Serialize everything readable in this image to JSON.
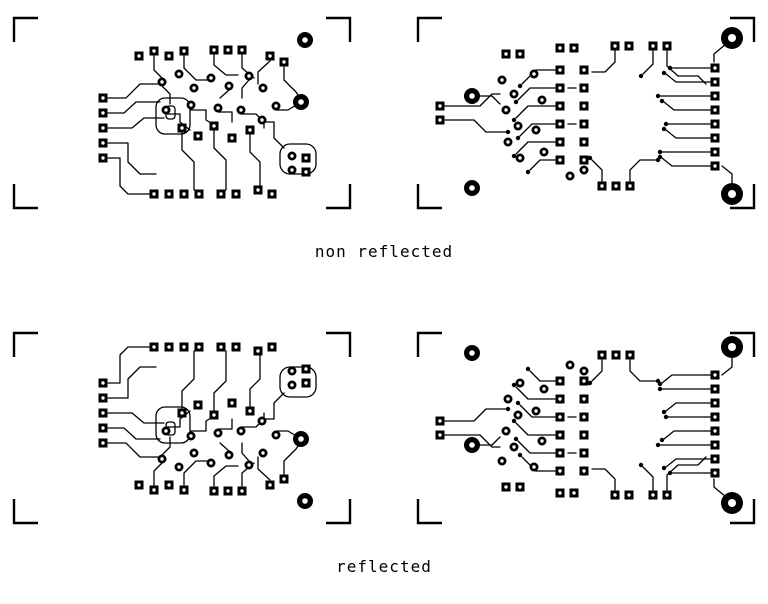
{
  "page": {
    "background_color": "#ffffff",
    "ink_color": "#000000"
  },
  "sections": [
    {
      "id": "non-reflected",
      "caption": "non reflected",
      "panels": [
        {
          "name": "left-board-artwork"
        },
        {
          "name": "right-board-artwork"
        }
      ]
    },
    {
      "id": "reflected",
      "caption": "reflected",
      "panels": [
        {
          "name": "left-board-artwork-mirrored"
        },
        {
          "name": "right-board-artwork-mirrored"
        }
      ]
    }
  ]
}
